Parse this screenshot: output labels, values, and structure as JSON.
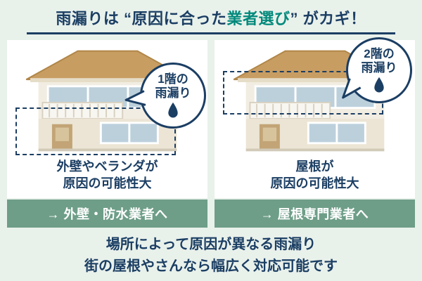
{
  "colors": {
    "background": "#e9f1eb",
    "navy": "#1b3e63",
    "teal": "#00897b",
    "banner_green": "#6e9e88",
    "roof_tan": "#c89d62",
    "window_blue": "#bcd0dc"
  },
  "title": {
    "part1": "雨漏りは “原因に合った",
    "highlight": "業者選び",
    "part2": "” がカギ！"
  },
  "panels": [
    {
      "bubble_line1": "1階の",
      "bubble_line2": "雨漏り",
      "bubble_icon": "water-drop-icon",
      "caption_line1": "外壁やベランダが",
      "caption_line2": "原因の可能性大",
      "banner": "→ 外壁・防水業者へ"
    },
    {
      "bubble_line1": "2階の",
      "bubble_line2": "雨漏り",
      "bubble_icon": "water-drop-icon",
      "caption_line1": "屋根が",
      "caption_line2": "原因の可能性大",
      "banner": "→ 屋根専門業者へ"
    }
  ],
  "footer": {
    "line1": "場所によって原因が異なる雨漏り",
    "line2": "街の屋根やさんなら幅広く対応可能です"
  }
}
